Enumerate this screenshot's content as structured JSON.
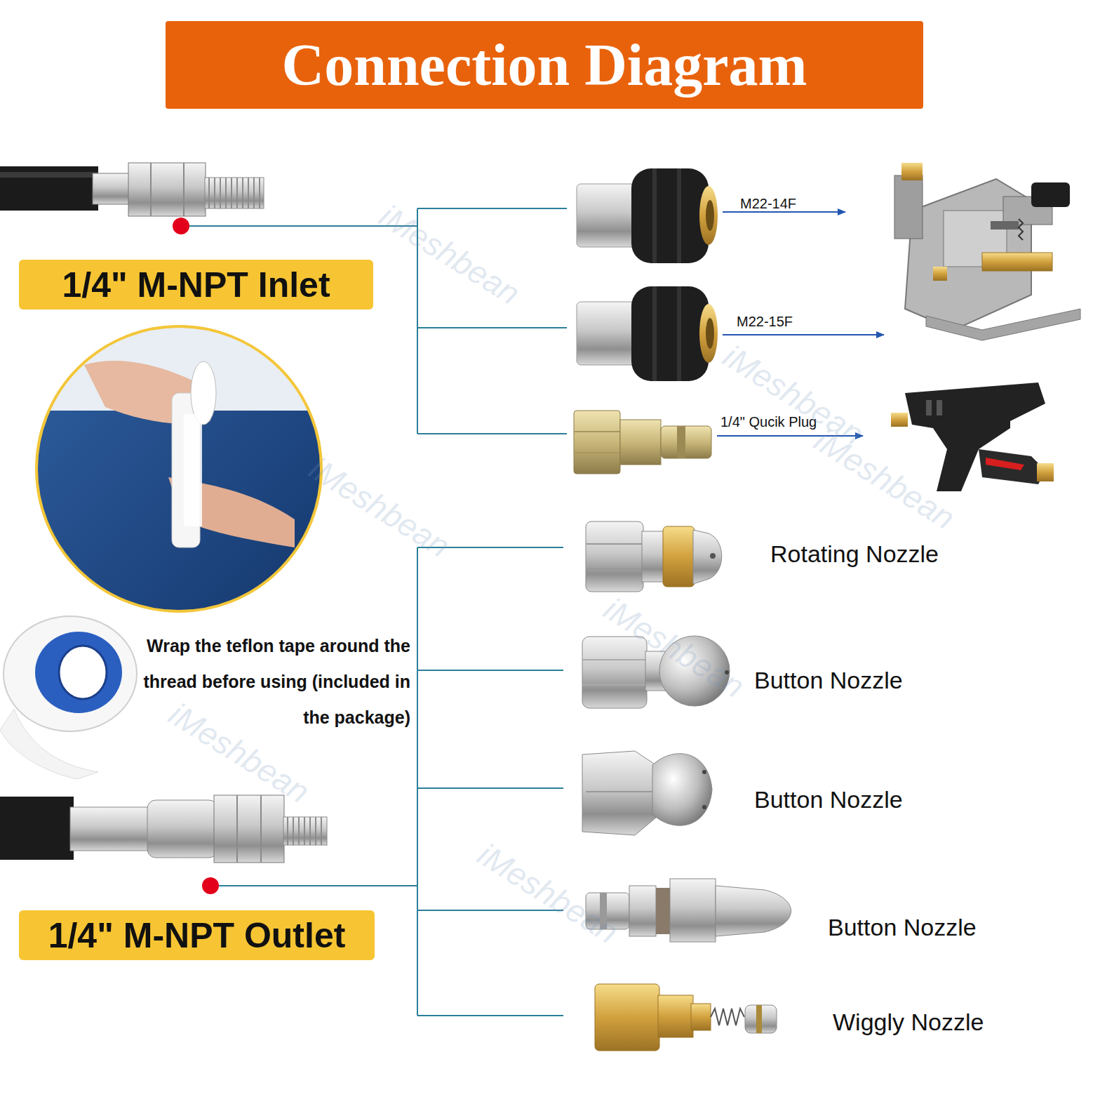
{
  "diagram": {
    "title": "Connection Diagram",
    "nodes": [
      {
        "text": [
          "1/4\" M-NPT Inlet"
        ]
      },
      {
        "text": [
          "1/4\" M-NPT Outlet"
        ]
      }
    ],
    "labels": [
      "M22-14F",
      "M22-15F",
      "1/4\" Qucik Plug",
      "Rotating Nozzle",
      "Wrap the teflon tape around the thread before using (included in the package)",
      "Button Nozzle",
      "Button Nozzle",
      "Button Nozzle",
      "Wiggly Nozzle",
      "iMeshbean",
      "iMeshbean",
      "iMeshbean",
      "iMeshbean",
      "iMeshbean",
      "iMeshbean",
      "iMeshbean"
    ]
  }
}
